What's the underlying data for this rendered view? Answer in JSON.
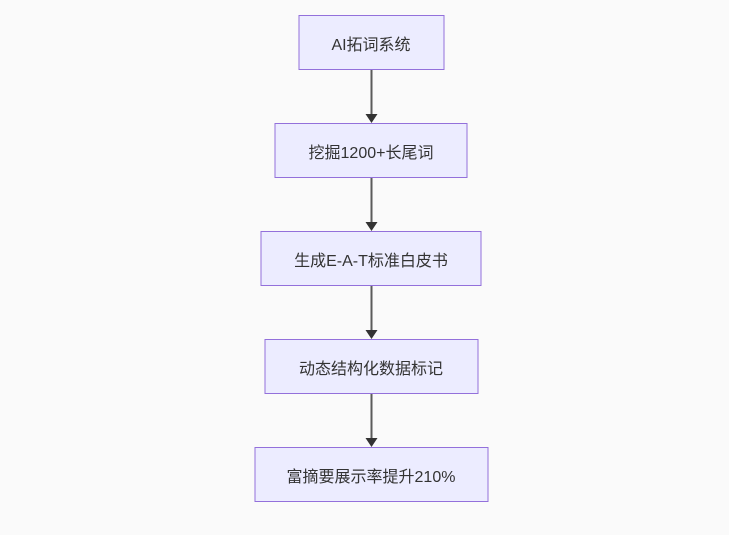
{
  "page": {
    "background_color": "#fafafa"
  },
  "flowchart": {
    "type": "flowchart",
    "direction": "top-down",
    "node_fill_color": "#ECECFF",
    "node_border_color": "#9370DB",
    "arrow_color": "#333333",
    "text_color": "#333333",
    "nodes": [
      {
        "label": "AI拓词系统"
      },
      {
        "label": "挖掘1200+长尾词"
      },
      {
        "label": "生成E-A-T标准白皮书"
      },
      {
        "label": "动态结构化数据标记"
      },
      {
        "label": "富摘要展示率提升210%"
      }
    ],
    "edges": [
      {
        "from": 0,
        "to": 1,
        "style": "arrow"
      },
      {
        "from": 1,
        "to": 2,
        "style": "arrow"
      },
      {
        "from": 2,
        "to": 3,
        "style": "arrow"
      },
      {
        "from": 3,
        "to": 4,
        "style": "arrow"
      }
    ]
  }
}
